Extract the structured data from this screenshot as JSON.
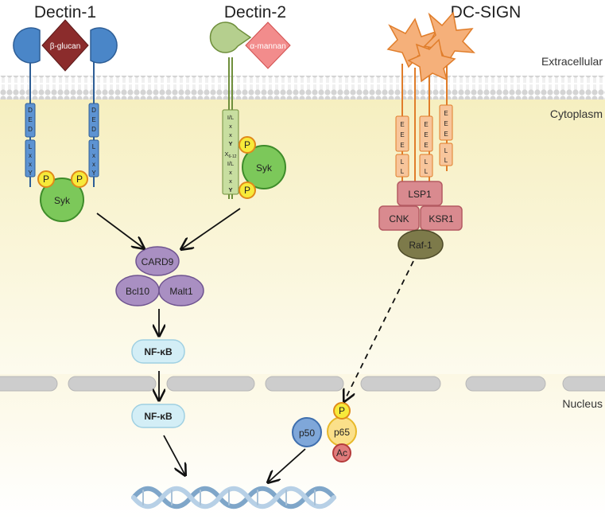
{
  "receptors": {
    "dectin1": {
      "name": "Dectin-1",
      "ligand": "β-glucan",
      "motif_left": "DED",
      "motif_right": "DED",
      "itam_left": "LxxY",
      "itam_right": "LxxY",
      "kinase": "Syk"
    },
    "dectin2": {
      "name": "Dectin-2",
      "ligand": "α-mannan",
      "motif": "I/L x x Y X6-12 I/L x x Y",
      "kinase": "Syk",
      "spacer_sub": "6-12"
    },
    "dcsign": {
      "name": "DC-SIGN",
      "motif": "EEE LL",
      "lsp1": "LSP1",
      "cnk": "CNK",
      "ksr1": "KSR1",
      "raf1": "Raf-1"
    }
  },
  "phospho": "P",
  "acetyl": "Ac",
  "regions": {
    "extracellular": "Extracellular",
    "cytoplasm": "Cytoplasm",
    "nucleus": "Nucleus"
  },
  "cbm": {
    "card9": "CARD9",
    "bcl10": "Bcl10",
    "malt1": "Malt1"
  },
  "nfkb": {
    "cytoplasmic": "NF-κB",
    "nuclear": "NF-κB"
  },
  "p50": "p50",
  "p65": "p65",
  "colors": {
    "dectin1_blue": "#4a86c8",
    "dectin1_ligand": "#8b2c2c",
    "dectin2_green": "#b5cf8e",
    "dectin2_ligand": "#f28c8c",
    "dcsign_orange": "#f5b07a",
    "syk_green": "#7cc85a",
    "phospho_yellow": "#f7ea3a",
    "cbm_purple": "#a98fc2",
    "nfkb_cyan": "#d3eef6",
    "raf_olive": "#7d7a4a",
    "lsp1_pink": "#d98a8f",
    "cytoplasm_bg": "#fbf6d8",
    "membrane": "#cfcfcf"
  }
}
